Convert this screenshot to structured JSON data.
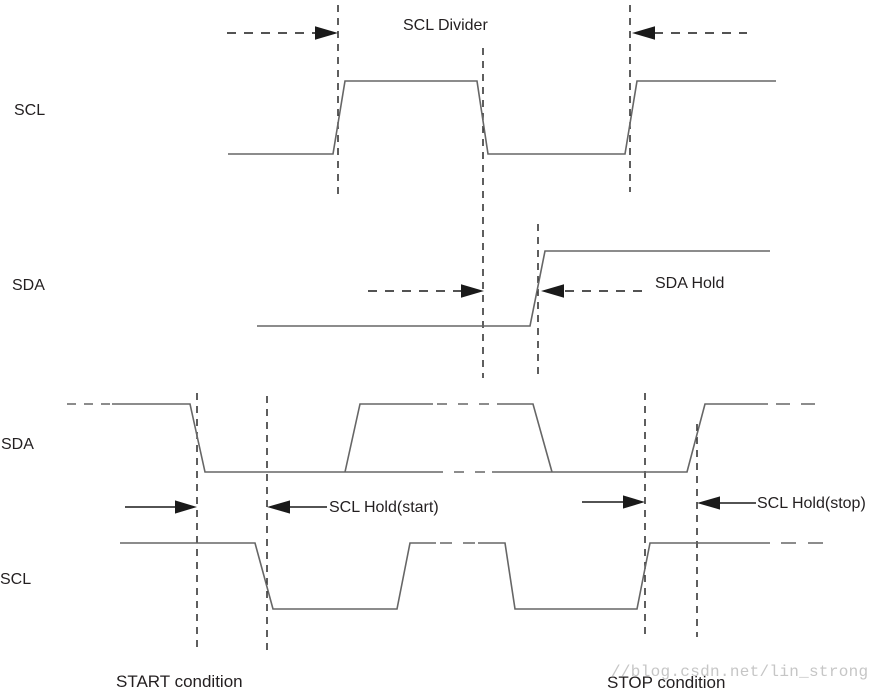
{
  "diagram": {
    "kind": "timing-diagram",
    "background": "#ffffff",
    "colors": {
      "waveform": "#666666",
      "dashed_lines": "#1a1a1a",
      "arrows": "#1a1a1a",
      "text": "#231f20",
      "watermark": "#c6c6c6"
    },
    "rows": [
      {
        "label": "SCL",
        "annotation": "SCL Divider"
      },
      {
        "label": "SDA",
        "annotation": "SDA Hold"
      },
      {
        "label": "SDA"
      },
      {
        "label": "SCL",
        "annotation_left": "SCL Hold(start)",
        "annotation_right": "SCL Hold(stop)"
      }
    ],
    "footer": {
      "start_condition": "START condition",
      "stop_condition": "STOP condition"
    },
    "watermark": "//blog.csdn.net/lin_strong"
  }
}
